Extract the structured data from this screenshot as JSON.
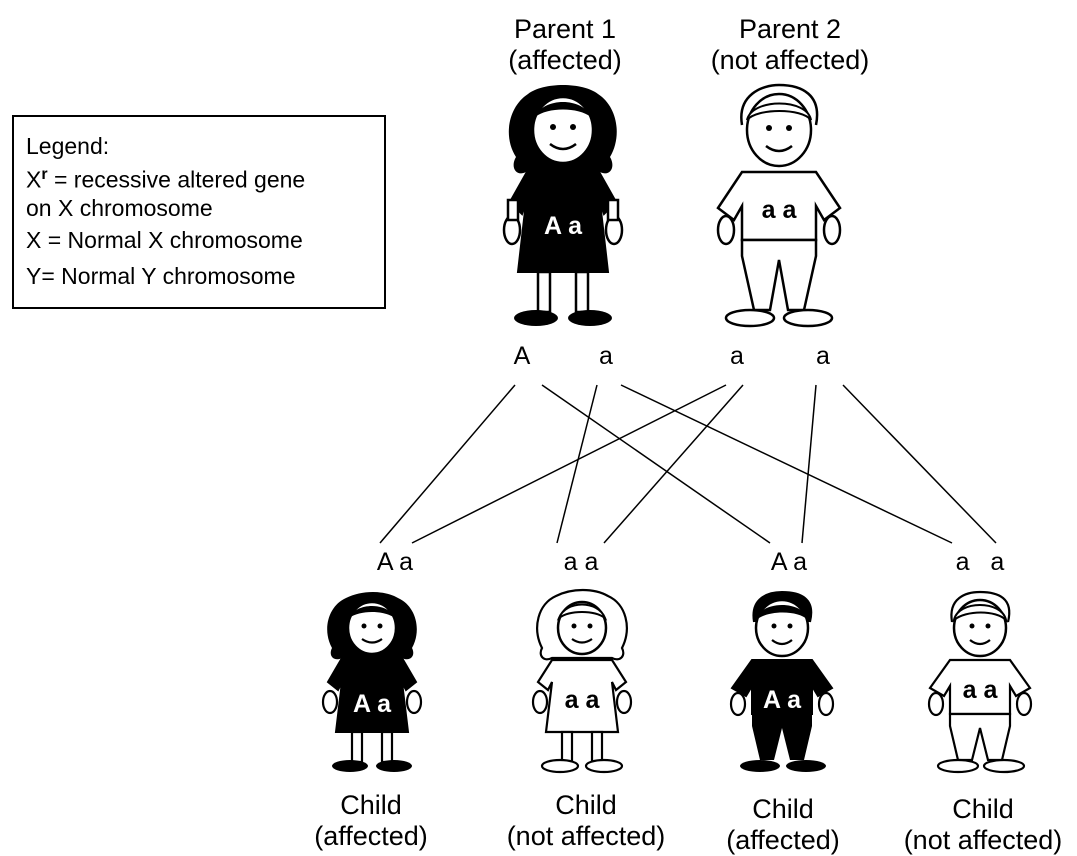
{
  "parents": [
    {
      "title": "Parent 1",
      "status": "(affected)",
      "genotype": "A a",
      "affected": true,
      "hair": "long"
    },
    {
      "title": "Parent 2",
      "status": "(not affected)",
      "genotype": "a a",
      "affected": false,
      "hair": "short"
    }
  ],
  "parent_alleles": [
    "A",
    "a",
    "a",
    "a"
  ],
  "offspring_pairs": [
    "A a",
    "a a",
    "A a",
    "a   a"
  ],
  "children": [
    {
      "title": "Child",
      "status": "(affected)",
      "genotype": "A a",
      "affected": true,
      "hair": "long"
    },
    {
      "title": "Child",
      "status": "(not affected)",
      "genotype": "a a",
      "affected": false,
      "hair": "long"
    },
    {
      "title": "Child",
      "status": "(affected)",
      "genotype": "A a",
      "affected": true,
      "hair": "short"
    },
    {
      "title": "Child",
      "status": "(not affected)",
      "genotype": "a a",
      "affected": false,
      "hair": "short"
    }
  ],
  "legend": {
    "title": "Legend:",
    "x_symbol": "X",
    "x_superscript": "r",
    "line1_rest": " = recessive altered gene",
    "line2": "on X chromosome",
    "line3": "X = Normal X chromosome",
    "line4": "Y= Normal Y chromosome"
  },
  "colors": {
    "affected_fill": "#000000",
    "unaffected_fill": "#ffffff",
    "line": "#000000"
  }
}
